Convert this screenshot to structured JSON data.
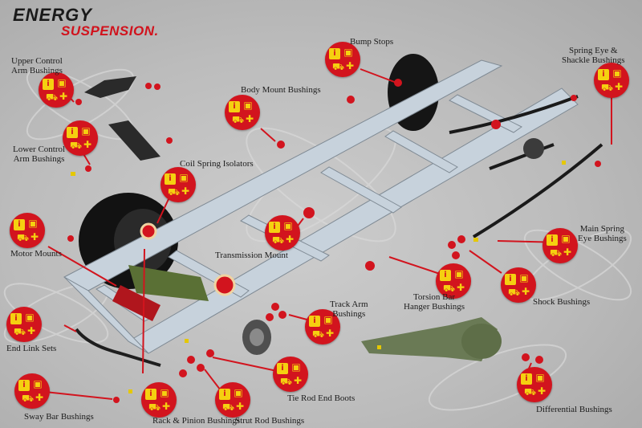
{
  "logo": {
    "line1": "ENERGY",
    "line2": "SUSPENSION."
  },
  "colors": {
    "accent": "#d2141e",
    "icon": "#f5d010",
    "frame": "#c3ced8",
    "bushing": "#d2141e"
  },
  "badge_icons": [
    "info-icon",
    "cart-icon"
  ],
  "labels": {
    "bump_stops": "Bump Stops",
    "upper_control_arm": [
      "Upper Control",
      "Arm Bushings"
    ],
    "body_mount": "Body Mount Bushings",
    "spring_eye": [
      "Spring Eye &",
      "Shackle Bushings"
    ],
    "lower_control_arm": [
      "Lower Control",
      "Arm Bushings"
    ],
    "coil_spring": "Coil Spring Isolators",
    "motor_mounts": "Motor Mounts",
    "transmission_mount": "Transmission Mount",
    "main_spring": [
      "Main Spring",
      "Eye Bushings"
    ],
    "torsion_bar": [
      "Torsion Bar",
      "Hanger Bushings"
    ],
    "shock": "Shock Bushings",
    "track_arm": [
      "Track Arm",
      "Bushings"
    ],
    "end_link": "End Link Sets",
    "tie_rod": "Tie Rod End Boots",
    "sway_bar": "Sway Bar Bushings",
    "rack_pinion": "Rack & Pinion Bushings",
    "strut_rod": "Strut Rod Bushings",
    "differential": "Differential Bushings"
  }
}
